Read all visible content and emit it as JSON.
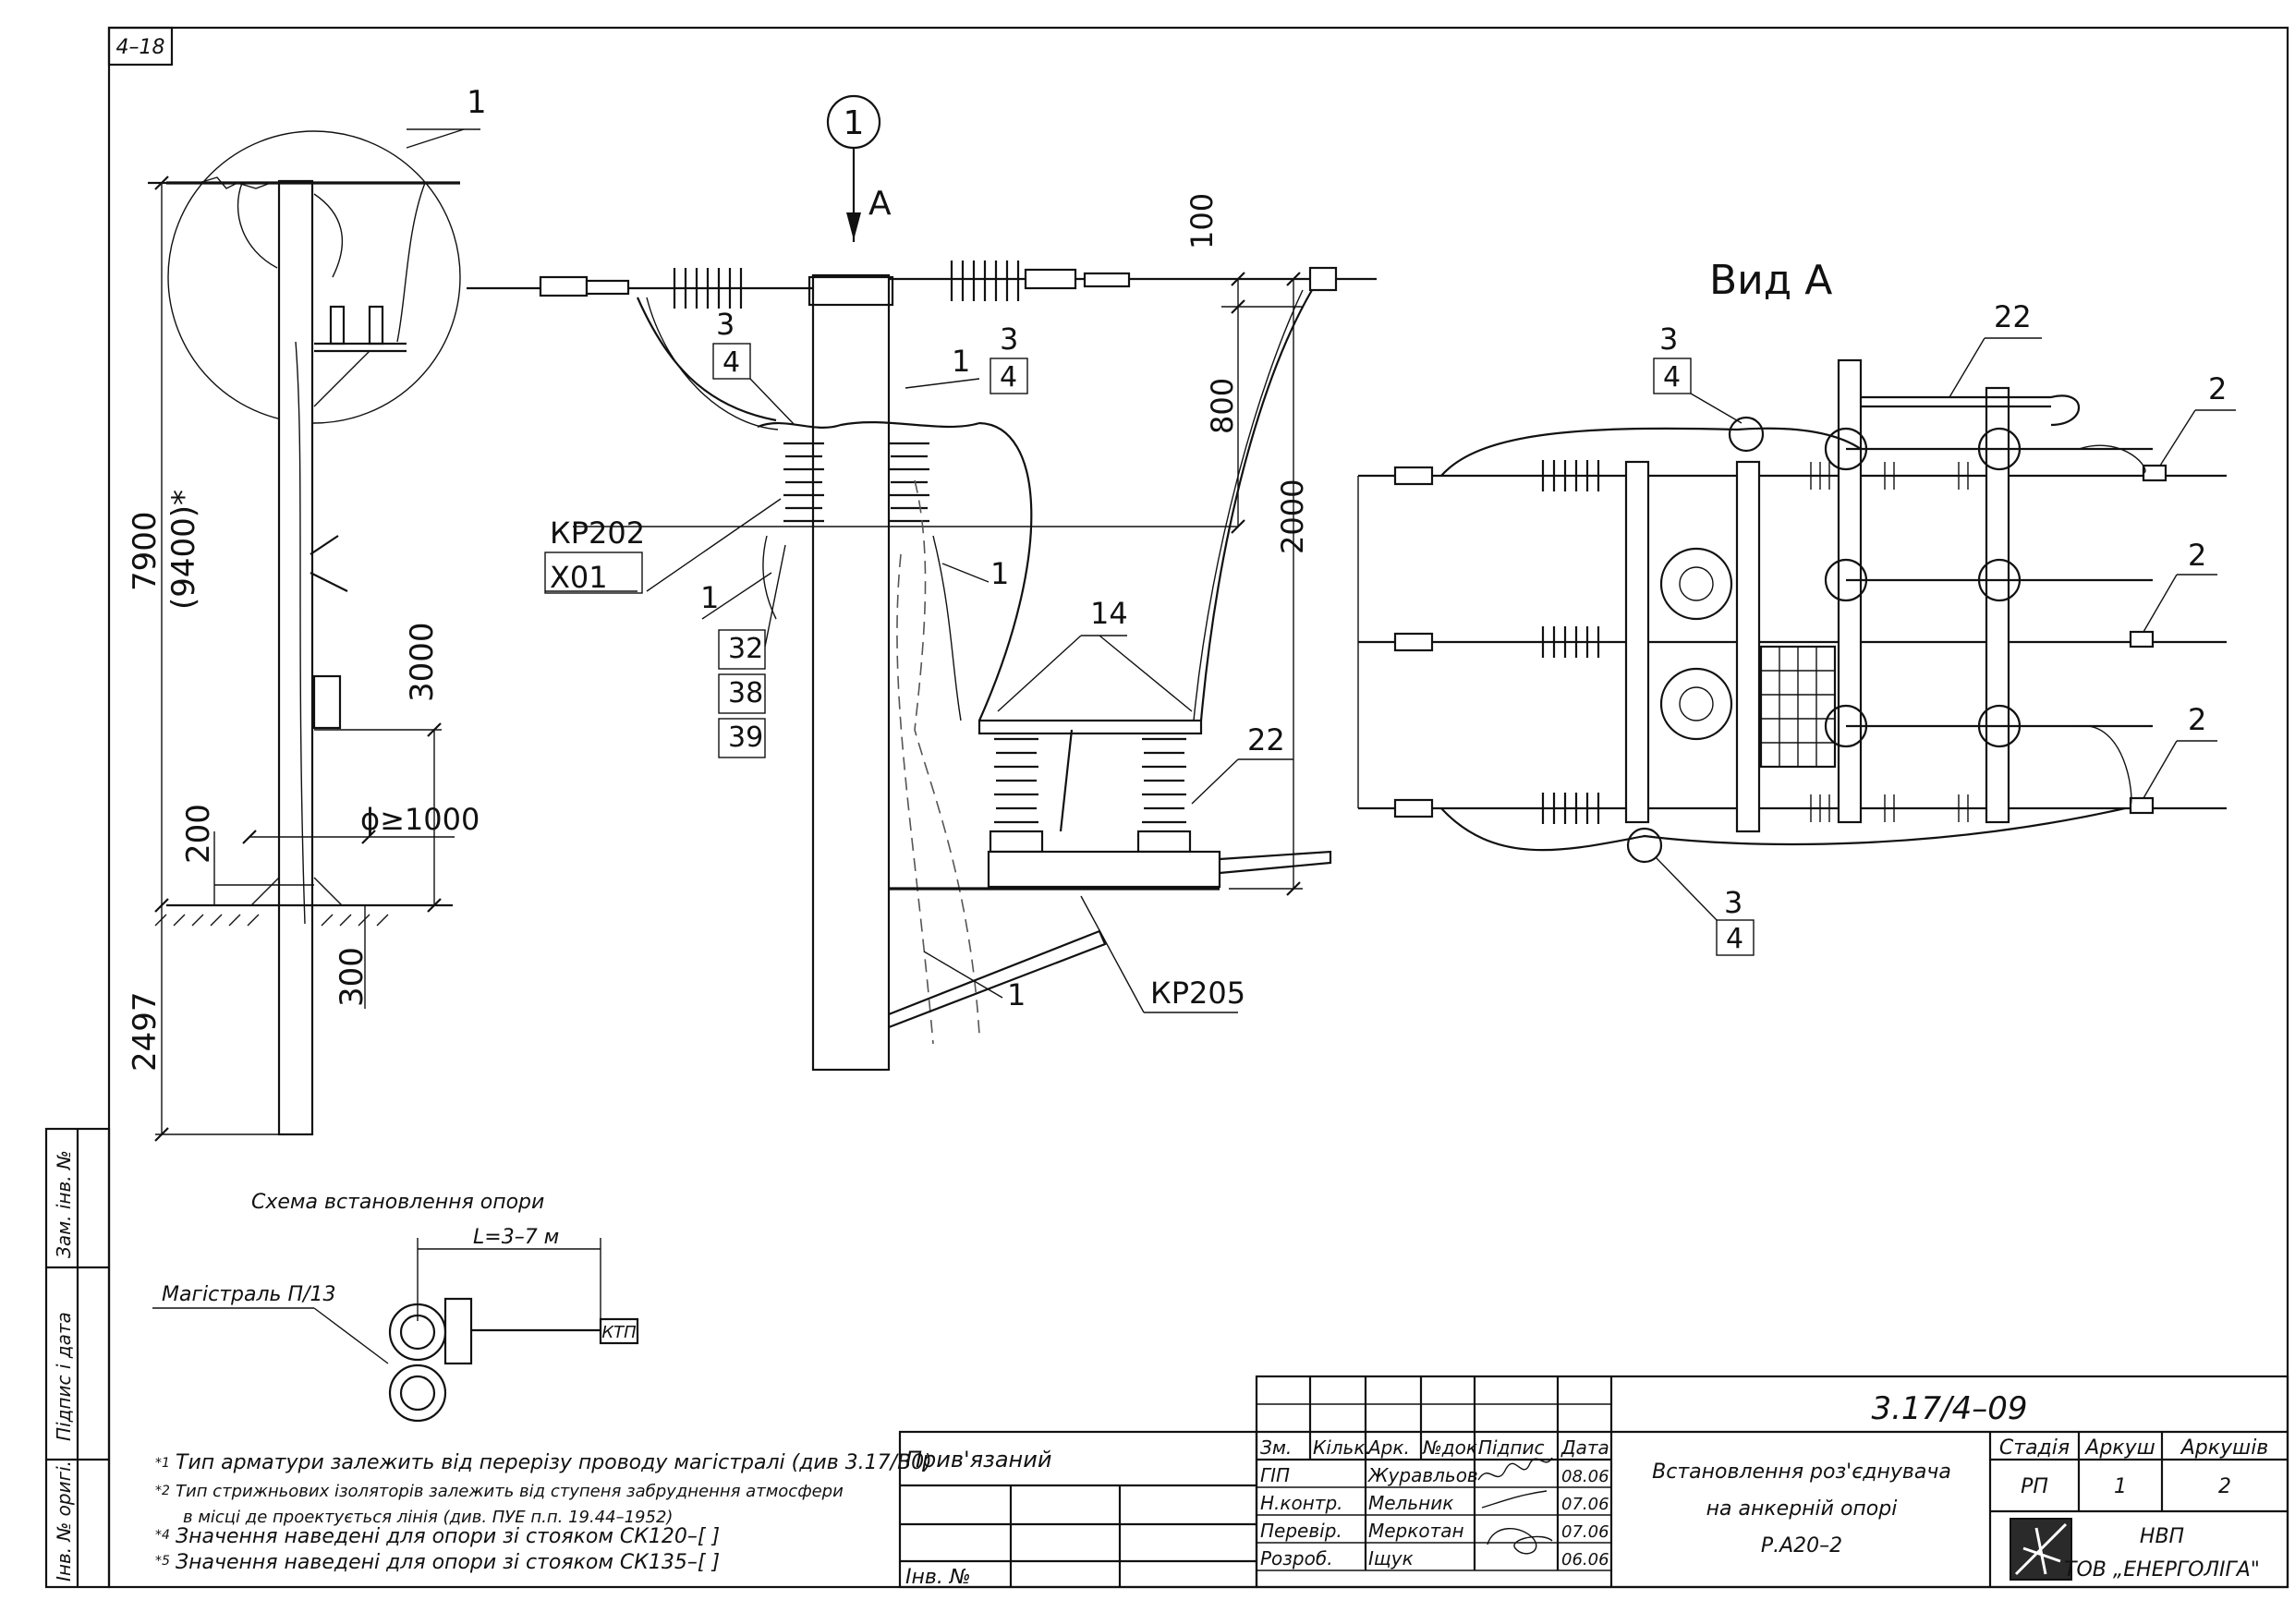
{
  "sheet": {
    "corner_code": "4–18"
  },
  "labels": {
    "view_a": "Вид А",
    "section_marker": "1",
    "arrow_a": "А",
    "leaders": {
      "l1": "1",
      "l2": "2",
      "l3": "3",
      "l4": "4",
      "l14": "14",
      "l22": "22",
      "l32": "32",
      "l38": "38",
      "l39": "39",
      "kr202": "КР202",
      "x01": "Х01",
      "kr205": "КР205"
    }
  },
  "dimensions": {
    "d7900": "7900",
    "d9400": "(9400)*",
    "d2497": "2497",
    "d3000": "3000",
    "d200": "200",
    "d300": "300",
    "dphi": "ϕ≥1000",
    "d100": "100",
    "d800": "800",
    "d2000": "2000"
  },
  "scheme": {
    "title": "Схема встановлення опори",
    "length": "L=3–7 м",
    "line_label": "Магістраль П/13",
    "ktp": "КТП"
  },
  "notes": [
    {
      "mark": "*1",
      "text": "Тип арматури залежить від перерізу проводу магістралі (див 3.17/В0)"
    },
    {
      "mark": "*2",
      "text": "Тип стрижньових ізоляторів залежить від ступеня забруднення атмосфери"
    },
    {
      "mark": "",
      "text": "в місці де проектується лінія (див. ПУЕ п.п. 19.44–1952)"
    },
    {
      "mark": "*4",
      "text": "Значення наведені для опори зі стояком СК120–[ ]"
    },
    {
      "mark": "*5",
      "text": "Значення наведені для опори зі стояком СК135–[ ]"
    }
  ],
  "side_stamp": {
    "zam": "Зам. інв. №",
    "pidpys": "Підпис і дата",
    "inv": "Інв. № оригі."
  },
  "title_block": {
    "linked": "Прив'язаний",
    "inv_no": "Інв. №",
    "code": "3.17/4–09",
    "title_line1": "Встановлення роз'єднувача",
    "title_line2": "на анкерній опорі",
    "title_line3": "Р.А20–2",
    "headers": {
      "zm": "Зм.",
      "kilk": "Кільк.",
      "ark": "Арк.",
      "ndok": "№док.",
      "pidpys": "Підпис",
      "data": "Дата"
    },
    "rows": [
      {
        "role": "ГІП",
        "name": "Журавльов",
        "date": "08.06"
      },
      {
        "role": "Н.контр.",
        "name": "Мельник",
        "date": "07.06"
      },
      {
        "role": "Перевір.",
        "name": "Меркотан",
        "date": "07.06"
      },
      {
        "role": "Розроб.",
        "name": "Іщук",
        "date": "06.06"
      }
    ],
    "stage_label": "Стадія",
    "stage": "РП",
    "sheet_label": "Аркуш",
    "sheet": "1",
    "sheets_label": "Аркушів",
    "sheets": "2",
    "org1": "НВП",
    "org2": "ТОВ „ЕНЕРГОЛІГА\""
  }
}
